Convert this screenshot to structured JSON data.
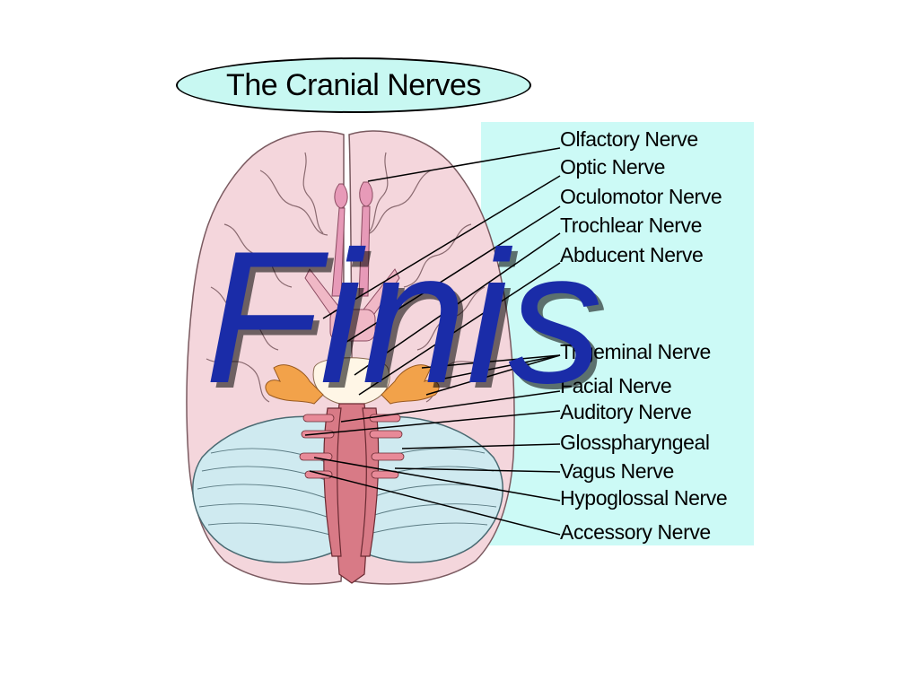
{
  "slide": {
    "title": "The Cranial Nerves",
    "overlay_text": "Finis",
    "overlay_color": "#1a2ca8",
    "panel_color": "#ccfaf6",
    "oval_color": "#c8f8f2",
    "brain_color": "#f4d6dc",
    "cerebellum_color": "#cfeaf0",
    "brainstem_color": "#d87a86",
    "nerve_color": "#f2a24a"
  },
  "labels": [
    "Olfactory Nerve",
    "Optic Nerve",
    "Oculomotor Nerve",
    "Trochlear Nerve",
    "Abducent Nerve",
    "Trigeminal Nerve",
    "Facial Nerve",
    "Auditory Nerve",
    "Glosspharyngeal",
    "Vagus Nerve",
    "Hypoglossal Nerve",
    "Accessory Nerve"
  ]
}
